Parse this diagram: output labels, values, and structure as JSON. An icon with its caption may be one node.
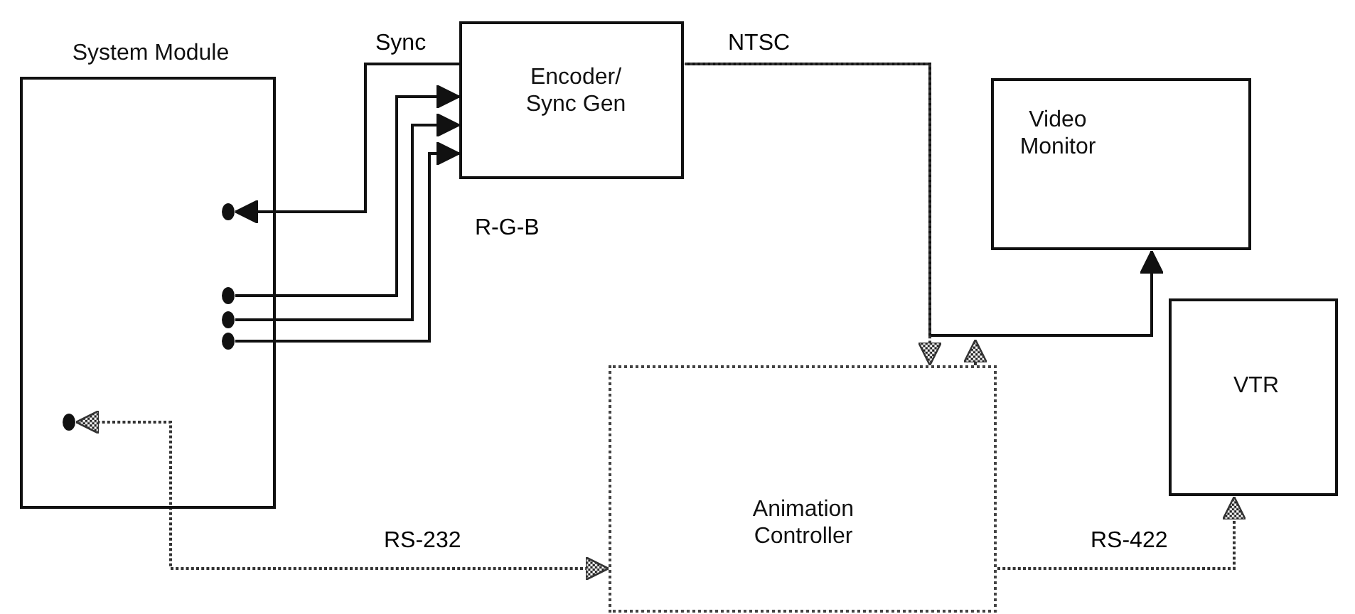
{
  "diagram": {
    "nodes": [
      {
        "text": [
          "System Module"
        ]
      },
      {
        "text": [],
        "shape": "circle",
        "in": 0
      },
      {
        "text": [],
        "shape": "circle",
        "in": 0
      },
      {
        "text": [],
        "shape": "circle",
        "in": 0
      },
      {
        "text": [],
        "shape": "circle",
        "in": 0
      },
      {
        "text": [],
        "shape": "circle",
        "in": 0
      },
      {
        "text": [
          "Encoder/ Sync Gen"
        ]
      },
      {
        "text": [
          "Video Monitor"
        ]
      },
      {
        "text": [
          "VTR"
        ]
      },
      {
        "text": [
          "Animation Controller"
        ]
      }
    ],
    "edges": [
      {
        "from": 6,
        "to": 1,
        "arrow": "to",
        "label": "Sync"
      },
      {
        "from": 2,
        "to": 6,
        "arrow": "to"
      },
      {
        "from": 3,
        "to": 6,
        "arrow": "to"
      },
      {
        "from": 4,
        "to": 6,
        "arrow": "to"
      },
      {
        "from": 6,
        "to": 7,
        "arrow": "to",
        "label": "NTSC"
      },
      {
        "from": 6,
        "to": 9,
        "arrow": "to",
        "style": "dashed"
      },
      {
        "from": 9,
        "to": null,
        "arrow": "to",
        "style": "dashed"
      },
      {
        "from": 9,
        "to": 5,
        "arrow": "both",
        "label": "RS-232",
        "style": "dashed"
      },
      {
        "from": 9,
        "to": 8,
        "arrow": "to",
        "label": "RS-422",
        "style": "dashed"
      }
    ],
    "labels": [
      "R-G-B"
    ]
  }
}
